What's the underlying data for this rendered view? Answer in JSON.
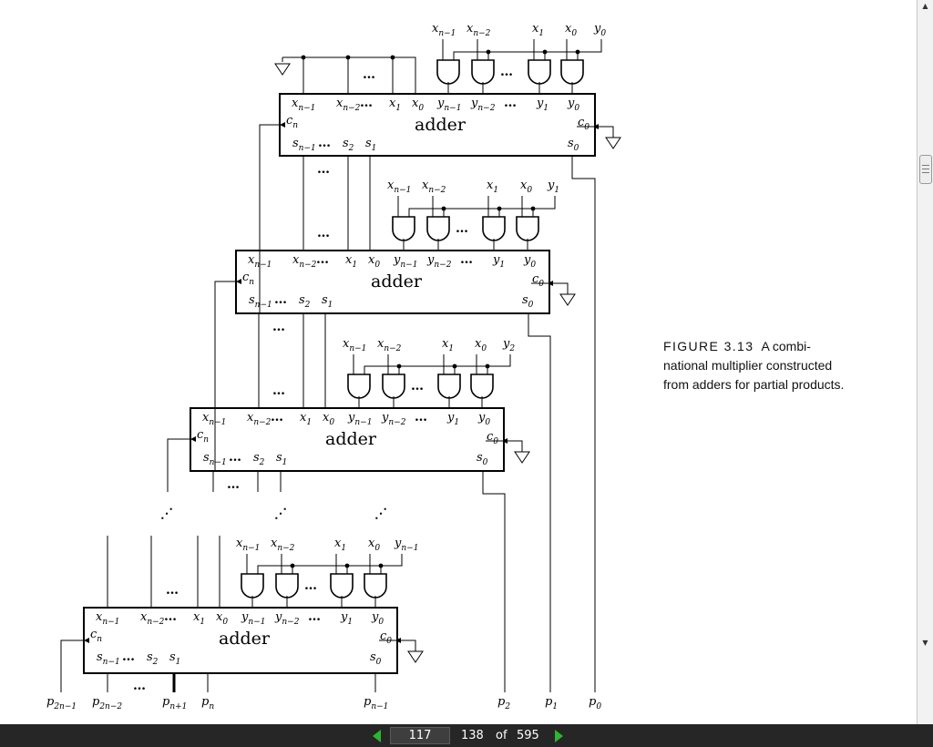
{
  "figure": {
    "number": "FIGURE 3.13",
    "caption": "A combinational multiplier constructed from adders for partial products.",
    "caption_line1": "A combi-",
    "caption_line2": "national multiplier constructed",
    "caption_line3": "from adders for partial products."
  },
  "adder_label": "adder",
  "ellipsis": "…",
  "vdots": "⋰",
  "stages": [
    {
      "and_inputs": [
        "x_{n−1}",
        "x_{n−2}",
        "x_1",
        "x_0"
      ],
      "y_input": "y_0"
    },
    {
      "and_inputs": [
        "x_{n−1}",
        "x_{n−2}",
        "x_1",
        "x_0"
      ],
      "y_input": "y_1"
    },
    {
      "and_inputs": [
        "x_{n−1}",
        "x_{n−2}",
        "x_1",
        "x_0"
      ],
      "y_input": "y_2"
    },
    {
      "and_inputs": [
        "x_{n−1}",
        "x_{n−2}",
        "x_1",
        "x_0"
      ],
      "y_input": "y_{n−1}"
    }
  ],
  "adder_ports": {
    "top": [
      "x_{n−1}",
      "x_{n−2}",
      "x_1",
      "x_0",
      "y_{n−1}",
      "y_{n−2}",
      "y_1",
      "y_0"
    ],
    "carry_in": "c_0",
    "carry_out": "c_n",
    "sum": [
      "s_{n−1}",
      "s_2",
      "s_1",
      "s_0"
    ]
  },
  "outputs": [
    "p_{2n−1}",
    "p_{2n−2}",
    "p_{n+1}",
    "p_n",
    "p_{n−1}",
    "p_2",
    "p_1",
    "p_0"
  ],
  "toolbar": {
    "current_page": "117",
    "page_label": "138",
    "of_label": "of",
    "total_pages": "595"
  }
}
